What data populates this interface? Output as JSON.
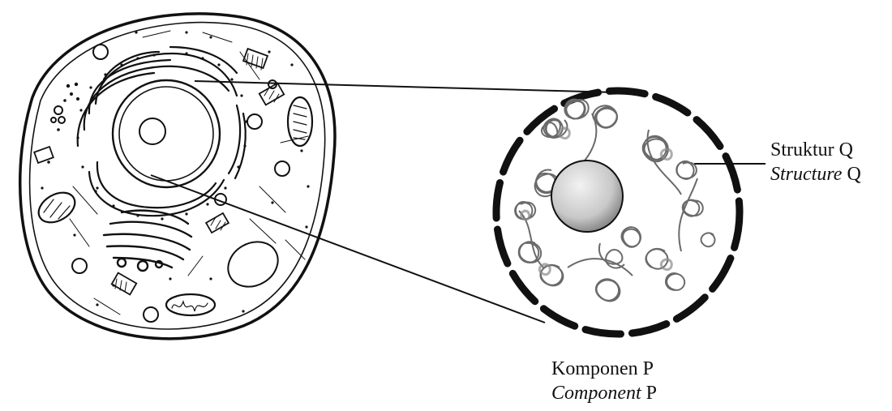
{
  "labels": {
    "structure_q": {
      "malay_word": "Struktur",
      "english_word": "Structure",
      "letter": "Q"
    },
    "component_p": {
      "malay_word": "Komponen",
      "english_word": "Component",
      "letter": "P"
    }
  },
  "colors": {
    "ink": "#111111",
    "chromatin": "#6a6a6a",
    "nucleolus_fill": "#c8c8c8",
    "background": "#ffffff"
  }
}
